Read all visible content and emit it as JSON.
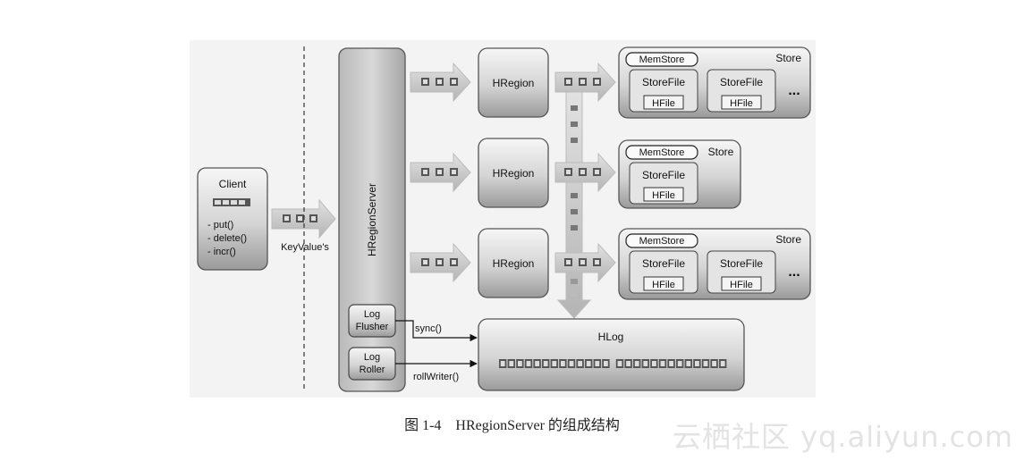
{
  "client": {
    "title": "Client",
    "methods": [
      "- put()",
      "- delete()",
      "- incr()"
    ]
  },
  "keyvalues_label": "KeyValue's",
  "server": {
    "title": "HRegionServer",
    "log_flusher": [
      "Log",
      "Flusher"
    ],
    "log_roller": [
      "Log",
      "Roller"
    ]
  },
  "regions": [
    {
      "label": "HRegion"
    },
    {
      "label": "HRegion"
    },
    {
      "label": "HRegion"
    }
  ],
  "stores": [
    {
      "memstore": "MemStore",
      "store": "Store",
      "storefiles": [
        {
          "label": "StoreFile",
          "hfile": "HFile"
        },
        {
          "label": "StoreFile",
          "hfile": "HFile"
        }
      ],
      "more": "..."
    },
    {
      "memstore": "MemStore",
      "store": "Store",
      "storefiles": [
        {
          "label": "StoreFile",
          "hfile": "HFile"
        }
      ],
      "more": ""
    },
    {
      "memstore": "MemStore",
      "store": "Store",
      "storefiles": [
        {
          "label": "StoreFile",
          "hfile": "HFile"
        },
        {
          "label": "StoreFile",
          "hfile": "HFile"
        }
      ],
      "more": "..."
    }
  ],
  "hlog": {
    "title": "HLog"
  },
  "sync_label": "sync()",
  "rollwriter_label": "rollWriter()",
  "caption": "图 1-4　HRegionServer 的组成结构",
  "watermark": "云栖社区 yq.aliyun.com"
}
